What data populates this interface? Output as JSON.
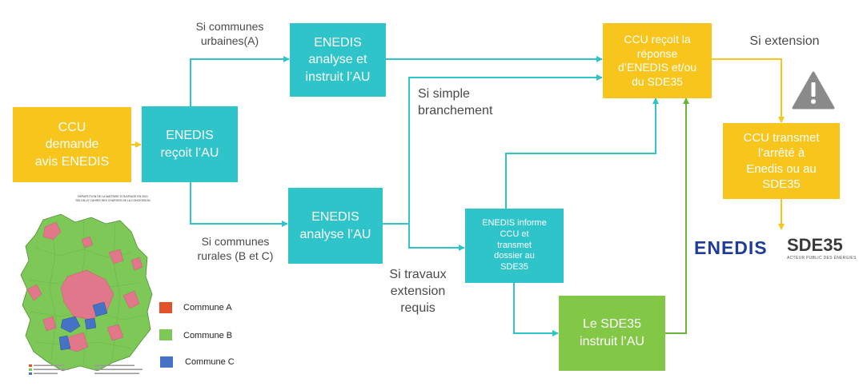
{
  "boxes": {
    "ccu_demande": "CCU\ndemande\navis ENEDIS",
    "enedis_recoit": "ENEDIS\nreçoit l’AU",
    "enedis_analyse_instruit": "ENEDIS\nanalyse et\ninstruit l’AU",
    "enedis_analyse": "ENEDIS\nanalyse l’AU",
    "enedis_informe": "ENEDIS informe\nCCU et\ntransmet\ndossier au\nSDE35",
    "sde35_instruit": "Le SDE35\ninstruit l’AU",
    "ccu_recoit": "CCU reçoit la\nréponse\nd’ENEDIS et/ou\ndu SDE35",
    "ccu_transmet": "CCU transmet\nl’arrêté à\nEnedis ou au\nSDE35"
  },
  "labels": {
    "si_communes_urbaines": "Si communes\nurbaines(A)",
    "si_communes_rurales": "Si communes\nrurales (B et C)",
    "si_simple_branchement": "Si simple\nbranchement",
    "si_travaux": "Si travaux\nextension\nrequis",
    "si_extension": "Si extension"
  },
  "legend": [
    {
      "label": "Commune A",
      "color": "#e0532b"
    },
    {
      "label": "Commune B",
      "color": "#7ec857"
    },
    {
      "label": "Commune C",
      "color": "#4472c4"
    }
  ],
  "map": {
    "title": "RÉPARTITION DE LA MAÎTRISE D'OUVRAGE EN 2021\nSELON LE CAHIER DES CHARGES DE LA CONCESSION"
  },
  "logos": {
    "enedis": "ENEDIS",
    "sde35": "SDE35",
    "sde35_sub": "ACTEUR PUBLIC DES ÉNERGIES"
  },
  "icons": {
    "warning": "warning-triangle-icon"
  },
  "colors": {
    "yellow": "#f7c51b",
    "teal": "#2ec4c9",
    "green": "#82c746",
    "connector_teal": "#2ec4c9",
    "connector_yellow": "#f7c51b",
    "connector_green": "#6ab43e"
  }
}
